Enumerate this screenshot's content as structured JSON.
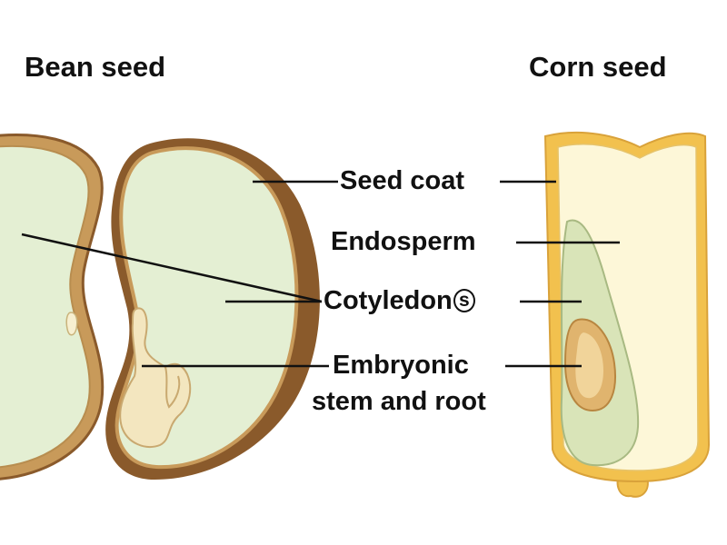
{
  "titles": {
    "bean": "Bean seed",
    "corn": "Corn seed"
  },
  "labels": {
    "seed_coat": "Seed coat",
    "endosperm": "Endosperm",
    "cotyledon": "Cotyledon",
    "cotyledon_plural": "s",
    "embryonic_line1": "Embryonic",
    "embryonic_line2": "stem and root"
  },
  "colors": {
    "bean_coat": "#8a5a2b",
    "bean_coat_light": "#c89a5a",
    "cotyledon_fill": "#e4efd3",
    "corn_coat": "#f2c14e",
    "corn_endosperm": "#fdf7d8",
    "corn_cotyledon": "#d9e4b8",
    "embryo": "#f0e2b8",
    "leader_line": "#111111"
  }
}
